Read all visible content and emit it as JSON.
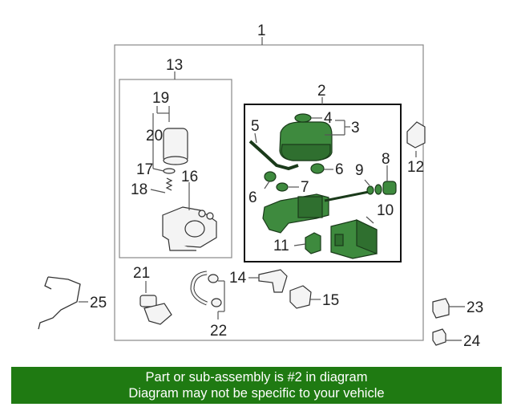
{
  "callouts": {
    "n1": "1",
    "n2": "2",
    "n3": "3",
    "n4": "4",
    "n5": "5",
    "n6a": "6",
    "n6b": "6",
    "n7": "7",
    "n8": "8",
    "n9": "9",
    "n10": "10",
    "n11": "11",
    "n12": "12",
    "n13": "13",
    "n14": "14",
    "n15": "15",
    "n16": "16",
    "n17": "17",
    "n18": "18",
    "n19": "19",
    "n20": "20",
    "n21": "21",
    "n22": "22",
    "n23": "23",
    "n24": "24",
    "n25": "25"
  },
  "banner": {
    "line1": "Part or sub-assembly is #2 in diagram",
    "line2": "Diagram may not be specific to your vehicle"
  },
  "colors": {
    "highlight": "#3e8a3e",
    "banner_bg": "#1f7a12",
    "banner_text": "#ffffff"
  }
}
